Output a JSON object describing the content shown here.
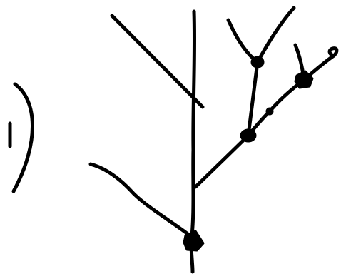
{
  "canvas": {
    "background": "#ffffff",
    "ink_color": "#000000"
  },
  "label": {
    "text": "1)"
  },
  "tree": {
    "stroke_count": 12,
    "node_count": 4
  }
}
